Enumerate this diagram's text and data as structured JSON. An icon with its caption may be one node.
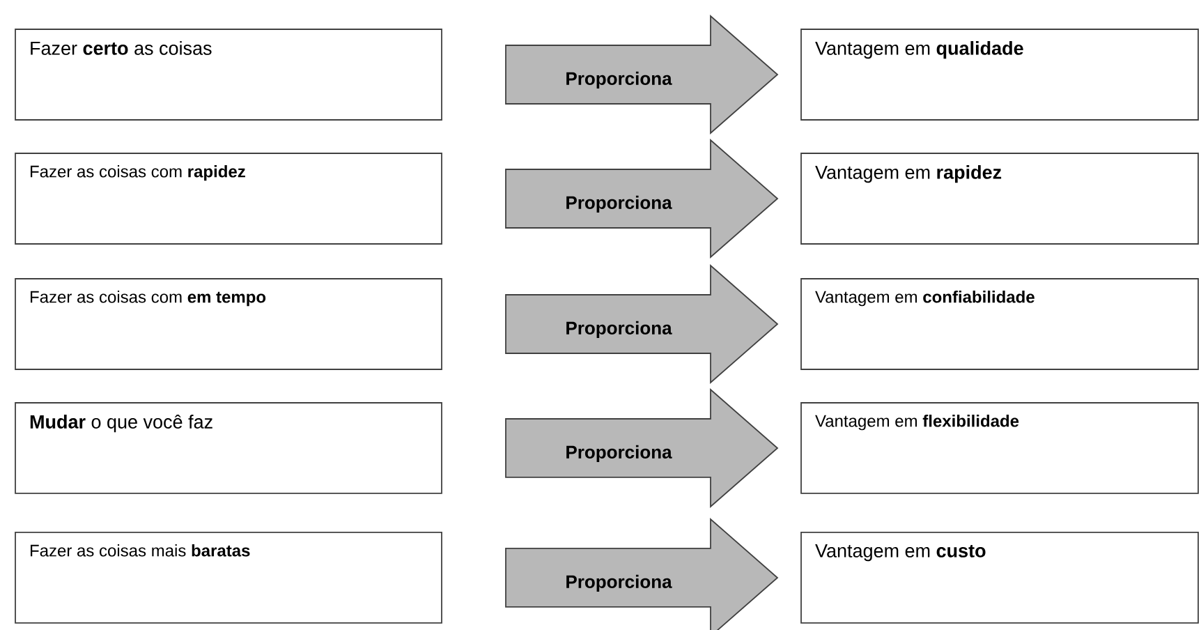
{
  "diagram": {
    "nodes": [
      {
        "text": [
          "Fazer **certo** as coisas"
        ]
      },
      {
        "text": [
          "Vantagem em **qualidade**"
        ]
      },
      {
        "text": [
          "Fazer as coisas com **rapidez**"
        ]
      },
      {
        "text": [
          "Vantagem em **rapidez**"
        ]
      },
      {
        "text": [
          "Fazer as coisas com **em tempo**"
        ]
      },
      {
        "text": [
          "Vantagem em **confiabilidade**"
        ]
      },
      {
        "text": [
          "**Mudar** o que você faz"
        ]
      },
      {
        "text": [
          "Vantagem em **flexibilidade**"
        ]
      },
      {
        "text": [
          "Fazer as coisas mais **baratas**"
        ]
      },
      {
        "text": [
          "Vantagem em **custo**"
        ]
      }
    ],
    "edges": [
      {
        "from": 0,
        "to": 1,
        "arrow": "to",
        "label": "Proporciona"
      },
      {
        "from": 2,
        "to": 3,
        "arrow": "to",
        "label": "Proporciona"
      },
      {
        "from": 4,
        "to": 5,
        "arrow": "to",
        "label": "Proporciona"
      },
      {
        "from": 6,
        "to": 7,
        "arrow": "to",
        "label": "Proporciona"
      },
      {
        "from": 8,
        "to": 9,
        "arrow": "to",
        "label": "Proporciona"
      }
    ]
  }
}
